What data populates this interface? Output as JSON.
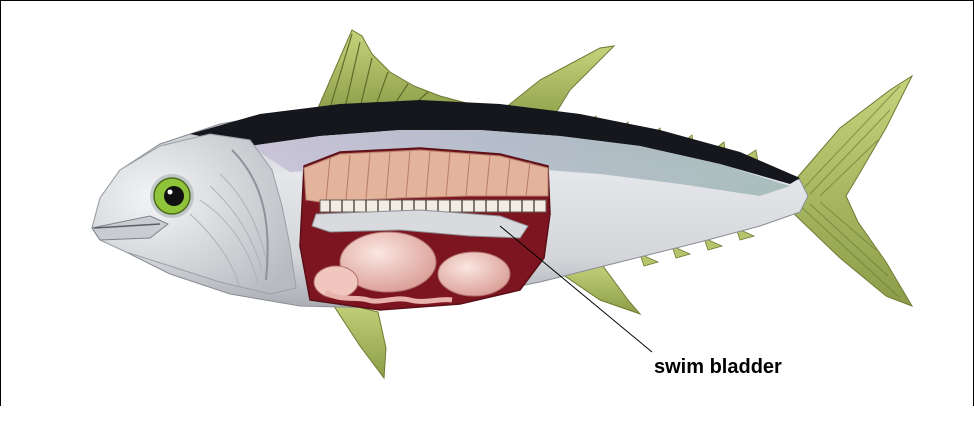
{
  "diagram": {
    "subject": "tuna-anatomy",
    "callouts": [
      {
        "id": "swim-bladder",
        "label": "swim bladder"
      }
    ]
  },
  "colors": {
    "background": "#ffffff",
    "frame": "#000000",
    "body_silver": "#d4d7da",
    "back_dark": "#15171c",
    "fin_green": "#aebd64",
    "flesh": "#e3b39c",
    "cavity": "#7d1520",
    "organ_pink": "#f1ccc3",
    "eye_green": "#8fc33a"
  }
}
